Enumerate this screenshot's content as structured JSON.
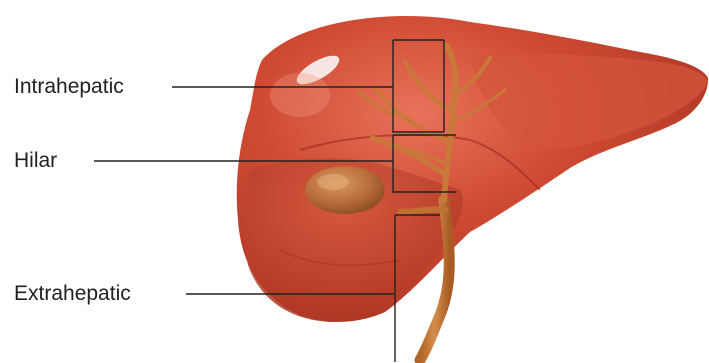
{
  "diagram": {
    "labels": {
      "intrahepatic": "Intrahepatic",
      "hilar": "Hilar",
      "extrahepatic": "Extrahepatic"
    },
    "colors": {
      "liver": "#c8432f",
      "liver_highlight": "#e06a52",
      "liver_shadow": "#9e2e1e",
      "bile_duct": "#c87838",
      "gallbladder": "#b86c3a",
      "leader_line": "#222222",
      "background": "#ffffff"
    }
  }
}
